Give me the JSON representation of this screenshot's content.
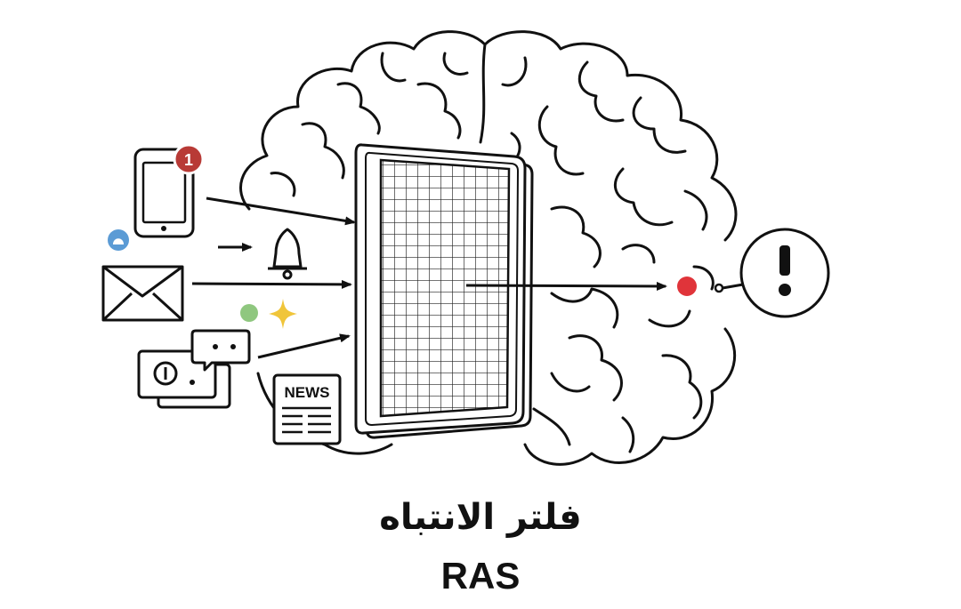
{
  "title_arabic": "فلتر الانتباه",
  "title_latin": "RAS",
  "notification_badge": "1",
  "news_label": "NEWS",
  "alert_symbol": "!",
  "colors": {
    "stroke": "#111111",
    "badge": "#b83a36",
    "signal_dot": "#e0343a",
    "blue_dot": "#5b9bd5",
    "green_dot": "#8fc77f",
    "sparkle": "#f0c53a"
  },
  "icons": [
    "brain-outline-icon",
    "smartphone-icon",
    "bell-icon",
    "envelope-icon",
    "chat-bubble-icon",
    "wallet-icon",
    "newspaper-icon",
    "sparkle-icon",
    "filter-grid-icon",
    "alert-speech-bubble-icon"
  ]
}
